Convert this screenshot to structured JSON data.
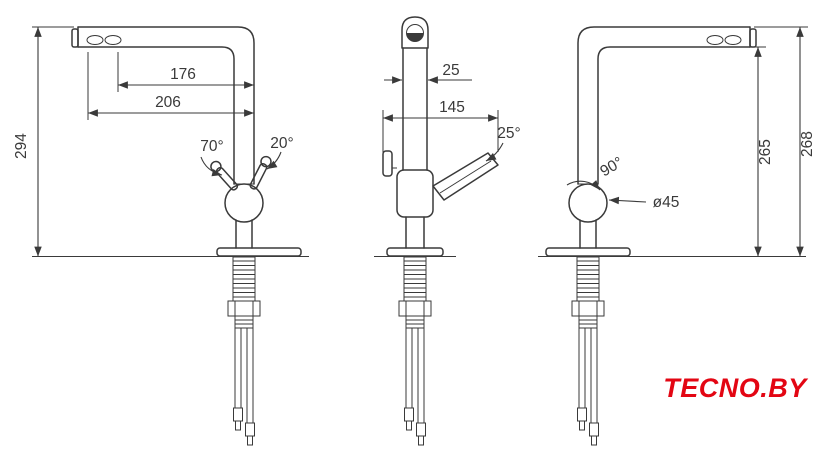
{
  "drawing": {
    "description": "Technical dimension drawing of a kitchen mixer faucet in three projections",
    "colors": {
      "line": "#3a3a3a",
      "accent": "#e30613"
    },
    "dimensions": {
      "d294": "294",
      "d176": "176",
      "d206": "206",
      "a70": "70°",
      "a20": "20°",
      "d25": "25",
      "d145": "145",
      "a25": "25°",
      "a90": "90°",
      "dia45": "ø45",
      "d265": "265",
      "d268": "268"
    },
    "logo": {
      "text": "TECNO.BY"
    }
  }
}
